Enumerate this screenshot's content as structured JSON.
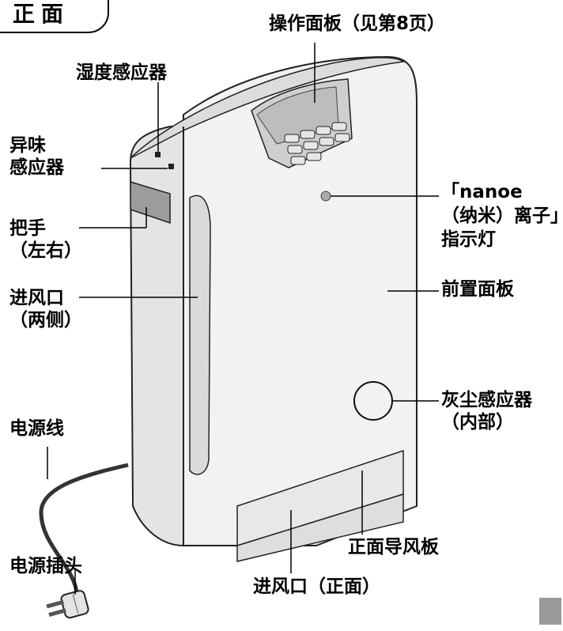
{
  "page_title": "正面",
  "labels": {
    "operation_panel": "操作面板（见第8页）",
    "humidity_sensor": "湿度感应器",
    "odor_sensor": "异味\n感应器",
    "handle": "把手\n（左右）",
    "air_inlet_side": "进风口\n（两侧）",
    "power_cord": "电源线",
    "power_plug": "电源插头",
    "nanoe_indicator": "「nanoe\n（纳米）离子」\n指示灯",
    "front_panel": "前置面板",
    "dust_sensor": "灰尘感应器\n（内部）",
    "front_louver": "正面导风板",
    "air_inlet_front": "进风口（正面）"
  }
}
